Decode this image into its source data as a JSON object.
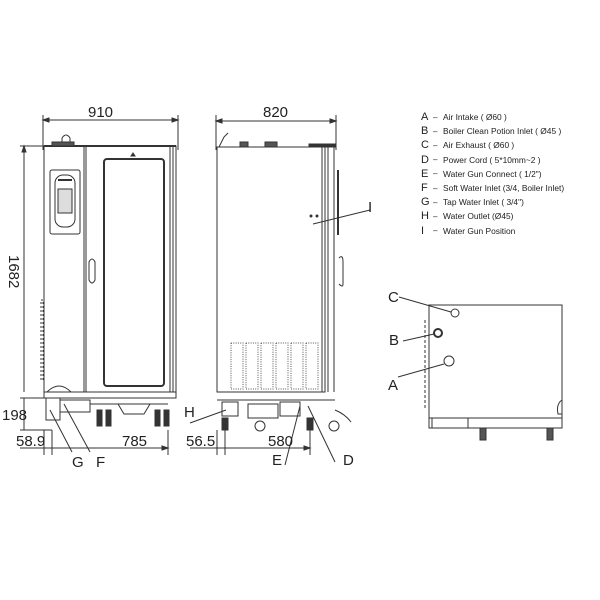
{
  "front_view": {
    "width_dim": "910",
    "height_dim": "1682",
    "base_height_dim": "198",
    "left_offset_dim": "58.9",
    "wheelbase_dim": "785",
    "callouts": [
      "G",
      "F"
    ]
  },
  "side_view": {
    "depth_dim": "820",
    "left_offset_dim": "56.5",
    "wheelbase_dim": "580",
    "callouts": [
      "H",
      "E",
      "D",
      "I"
    ]
  },
  "top_view": {
    "callouts": [
      "C",
      "B",
      "A"
    ]
  },
  "legend": {
    "items": [
      {
        "key": "A",
        "text": "Air Intake ( Ø60 )"
      },
      {
        "key": "B",
        "text": "Boiler Clean Potion Inlet ( Ø45 )"
      },
      {
        "key": "C",
        "text": "Air Exhaust ( Ø60 )"
      },
      {
        "key": "D",
        "text": "Power Cord ( 5*10mm~2 )"
      },
      {
        "key": "E",
        "text": "Water Gun Connect ( 1/2\")"
      },
      {
        "key": "F",
        "text": "Soft Water Inlet (3/4, Boiler Inlet)"
      },
      {
        "key": "G",
        "text": "Tap Water Inlet  ( 3/4\")"
      },
      {
        "key": "H",
        "text": "Water Outlet (Ø45)"
      },
      {
        "key": "I",
        "text": "Water Gun Position"
      }
    ]
  },
  "colors": {
    "line": "#333333",
    "background": "#ffffff"
  }
}
